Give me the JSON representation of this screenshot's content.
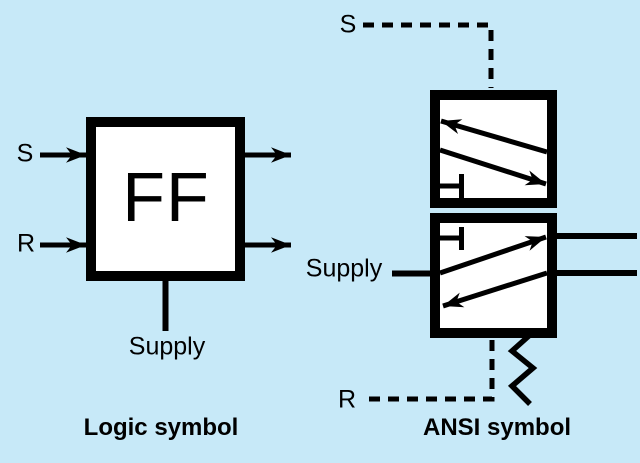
{
  "colors": {
    "background": "#c7e9f8",
    "line": "#000000",
    "box_fill": "#ffffff"
  },
  "logic_symbol": {
    "caption": "Logic symbol",
    "box_label": "FF",
    "set_input_label": "S",
    "reset_input_label": "R",
    "supply_label": "Supply"
  },
  "ansi_symbol": {
    "caption": "ANSI symbol",
    "set_pilot_label": "S",
    "reset_pilot_label": "R",
    "supply_label": "Supply"
  }
}
